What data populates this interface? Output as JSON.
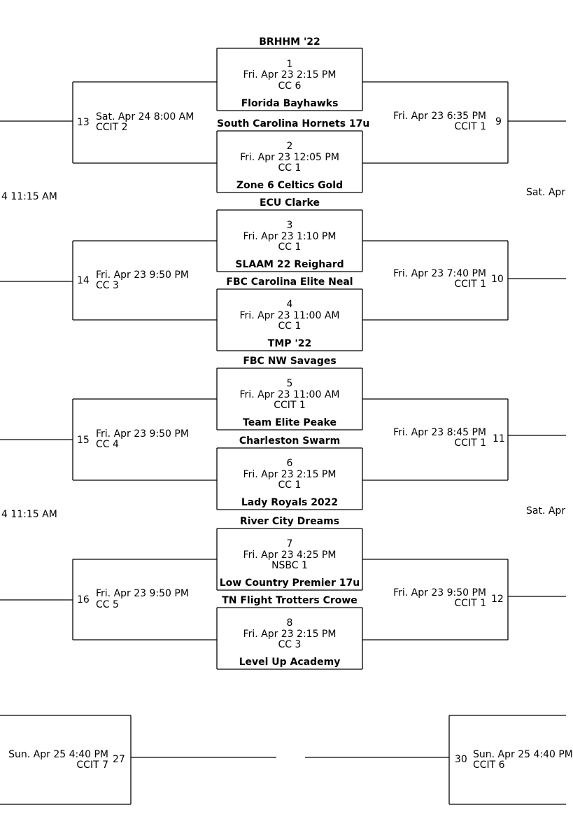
{
  "games": [
    {
      "number": "1",
      "datetime": "Fri. Apr 23 2:15 PM",
      "court": "CC 6",
      "team_top": "BRHHM '22",
      "team_bottom": "Florida Bayhawks"
    },
    {
      "number": "2",
      "datetime": "Fri. Apr 23 12:05 PM",
      "court": "CC 1",
      "team_top": "South Carolina Hornets 17u",
      "team_bottom": "Zone 6 Celtics Gold"
    },
    {
      "number": "3",
      "datetime": "Fri. Apr 23 1:10 PM",
      "court": "CC 1",
      "team_top": "ECU Clarke",
      "team_bottom": "SLAAM 22 Reighard"
    },
    {
      "number": "4",
      "datetime": "Fri. Apr 23 11:00 AM",
      "court": "CC 1",
      "team_top": "FBC Carolina Elite Neal",
      "team_bottom": "TMP '22"
    },
    {
      "number": "5",
      "datetime": "Fri. Apr 23 11:00 AM",
      "court": "CCIT 1",
      "team_top": "FBC NW Savages",
      "team_bottom": "Team Elite Peake"
    },
    {
      "number": "6",
      "datetime": "Fri. Apr 23 2:15 PM",
      "court": "CC 1",
      "team_top": "Charleston Swarm",
      "team_bottom": "Lady Royals 2022"
    },
    {
      "number": "7",
      "datetime": "Fri. Apr 23 4:25 PM",
      "court": "NSBC 1",
      "team_top": "River City Dreams",
      "team_bottom": "Low Country Premier 17u"
    },
    {
      "number": "8",
      "datetime": "Fri. Apr 23 2:15 PM",
      "court": "CC 3",
      "team_top": "TN Flight Trotters Crowe",
      "team_bottom": "Level Up Academy"
    }
  ],
  "left_round": [
    {
      "number": "13",
      "datetime": "Sat. Apr 24 8:00 AM",
      "court": "CCIT 2"
    },
    {
      "number": "14",
      "datetime": "Fri. Apr 23 9:50 PM",
      "court": "CC 3"
    },
    {
      "number": "15",
      "datetime": "Fri. Apr 23 9:50 PM",
      "court": "CC 4"
    },
    {
      "number": "16",
      "datetime": "Fri. Apr 23 9:50 PM",
      "court": "CC 5"
    }
  ],
  "right_round": [
    {
      "number": "9",
      "datetime": "Fri. Apr 23 6:35 PM",
      "court": "CCIT 1"
    },
    {
      "number": "10",
      "datetime": "Fri. Apr 23 7:40 PM",
      "court": "CCIT 1"
    },
    {
      "number": "11",
      "datetime": "Fri. Apr 23 8:45 PM",
      "court": "CCIT 1"
    },
    {
      "number": "12",
      "datetime": "Fri. Apr 23 9:50 PM",
      "court": "CCIT 1"
    }
  ],
  "edge_fragments": {
    "left_1": "4 11:15 AM",
    "left_2": "4 11:15 AM",
    "right_1": "Sat. Apr",
    "right_2": "Sat. Apr"
  },
  "bottom_games": {
    "left": {
      "number": "27",
      "datetime": "Sun. Apr 25 4:40 PM",
      "court": "CCIT 7"
    },
    "right": {
      "number": "30",
      "datetime": "Sun. Apr 25 4:40 PM",
      "court": "CCIT 6"
    }
  }
}
